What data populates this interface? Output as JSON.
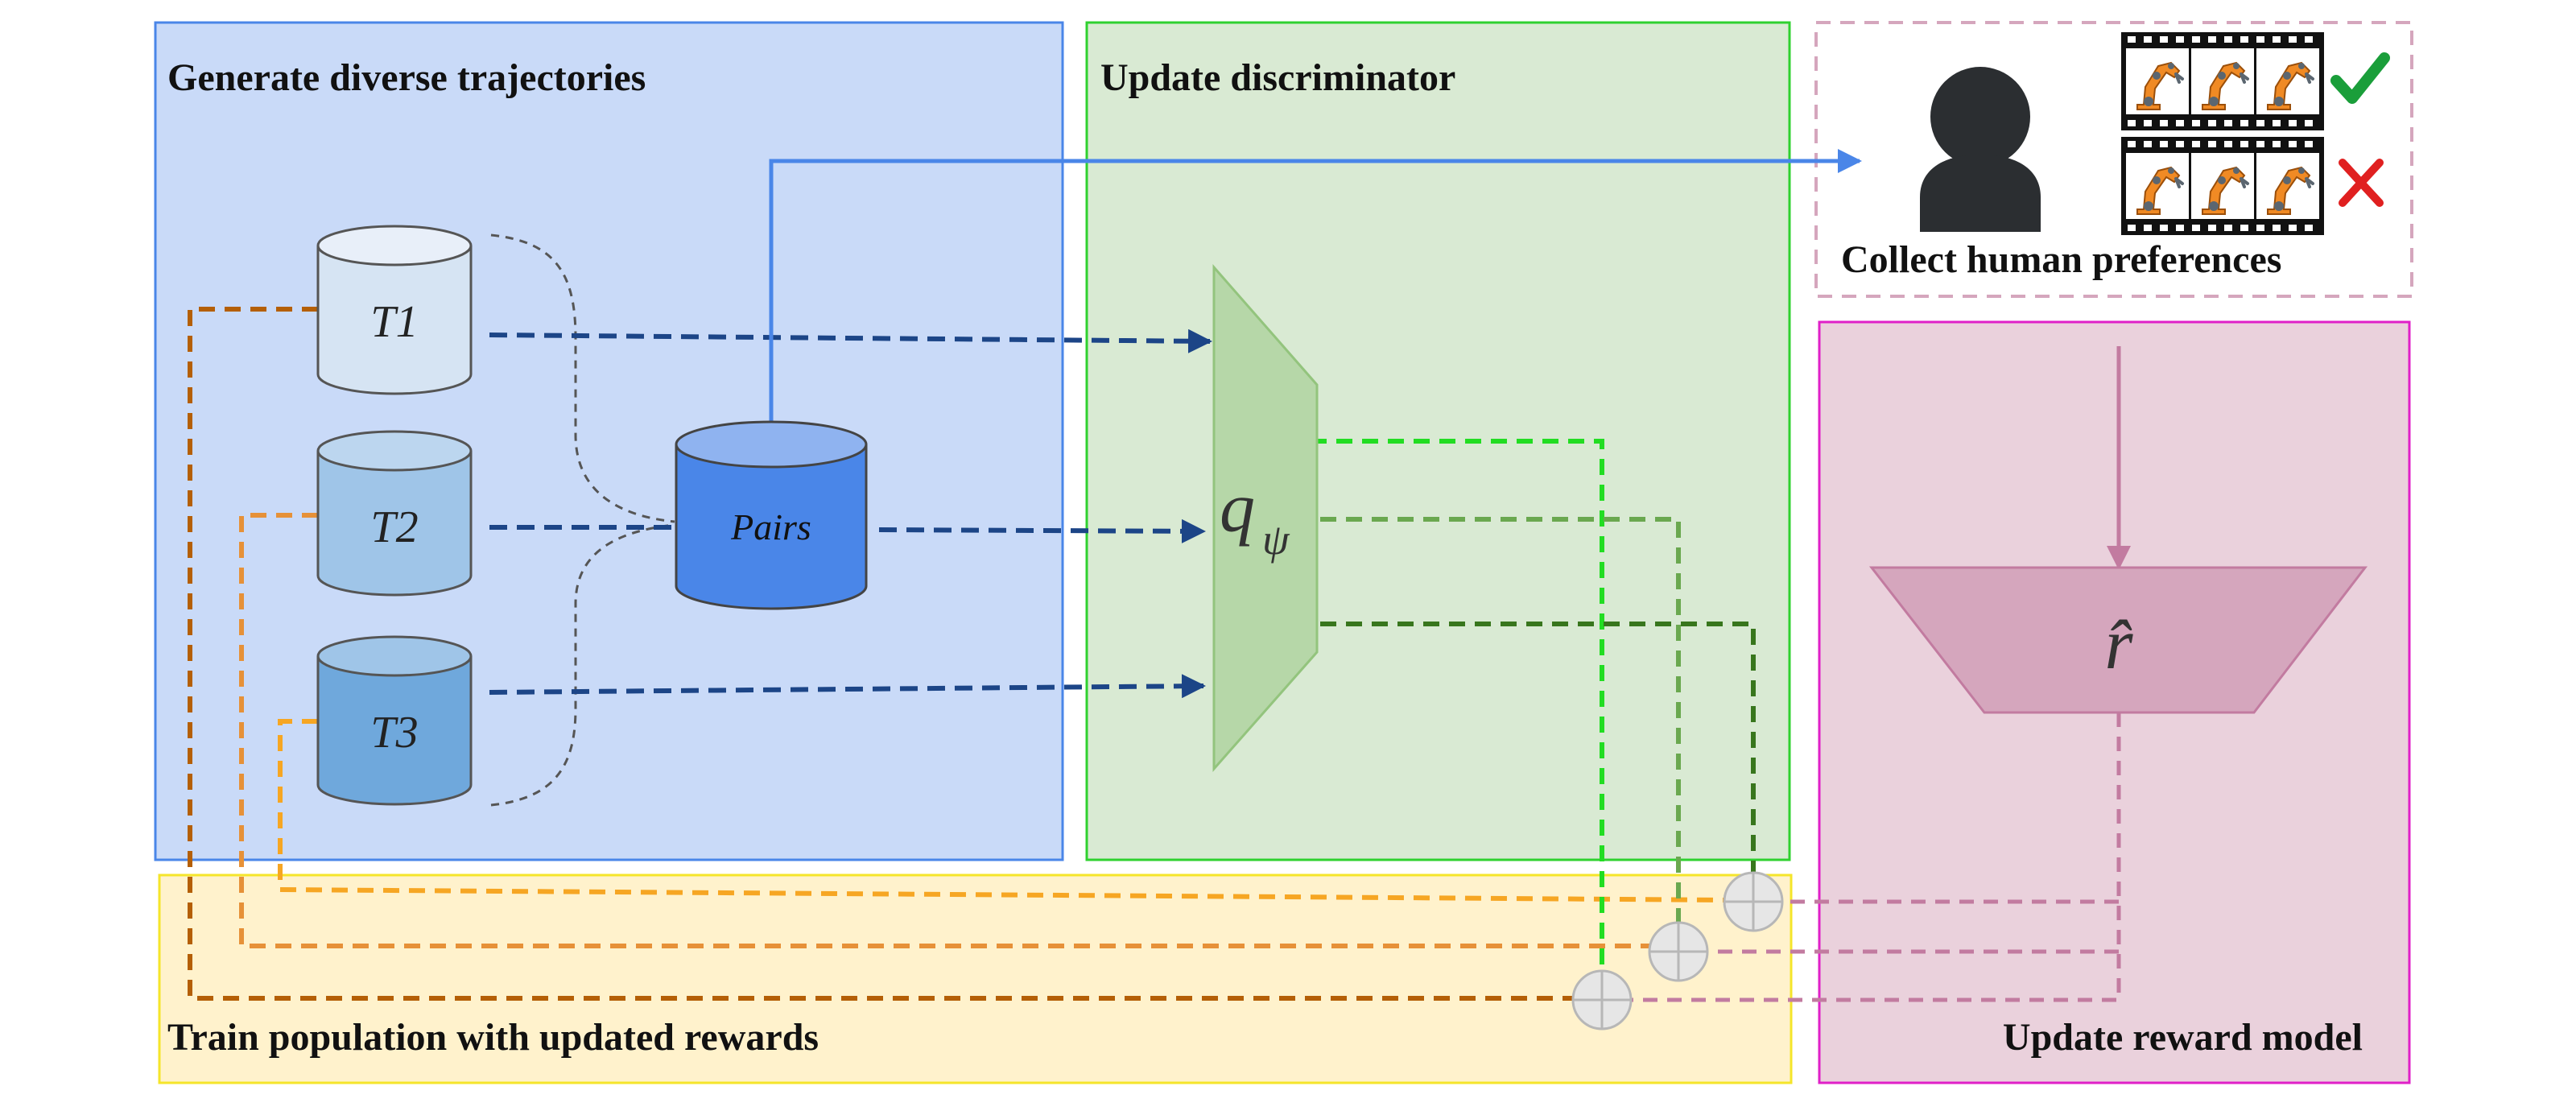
{
  "panels": {
    "generate": {
      "title": "Generate diverse trajectories",
      "fill": "#c9daf8",
      "stroke": "#4a86e8"
    },
    "discriminator": {
      "title": "Update discriminator",
      "fill": "#d9ead3",
      "stroke": "#2fd12f"
    },
    "human": {
      "title": "Collect human preferences",
      "stroke": "#d5a6bd"
    },
    "reward": {
      "title": "Update reward model",
      "fill": "#ead1dc",
      "stroke": "#e020c8"
    },
    "train": {
      "title": "Train population with updated rewards",
      "fill": "#fff2cc",
      "stroke": "#f5e52a"
    }
  },
  "databases": [
    {
      "label": "T1",
      "fill": "#d6e4f3"
    },
    {
      "label": "T2",
      "fill": "#9fc5e8"
    },
    {
      "label": "T3",
      "fill": "#6fa8dc"
    }
  ],
  "pairs": {
    "label": "Pairs",
    "fill": "#4a86e8"
  },
  "discriminator_node": {
    "label_main": "q",
    "label_sub": "ψ",
    "fill": "#b6d7a8"
  },
  "reward_node": {
    "label": "r̂",
    "fill": "#d5a6bd"
  },
  "preferences": {
    "accept_mark": "✓",
    "reject_mark": "✗",
    "accept_color": "#1a9e3a",
    "reject_color": "#e02020"
  },
  "colors": {
    "traj_arrow": "#1c4587",
    "query_arrow": "#4a86e8",
    "t1_line": "#b45f06",
    "t2_line": "#e69138",
    "t3_line": "#f6a623",
    "disc_bright": "#22dd22",
    "disc_mid": "#6aa84f",
    "disc_dark": "#38761d",
    "reward_line": "#c27ba0",
    "human_icon": "#2b2e31"
  }
}
